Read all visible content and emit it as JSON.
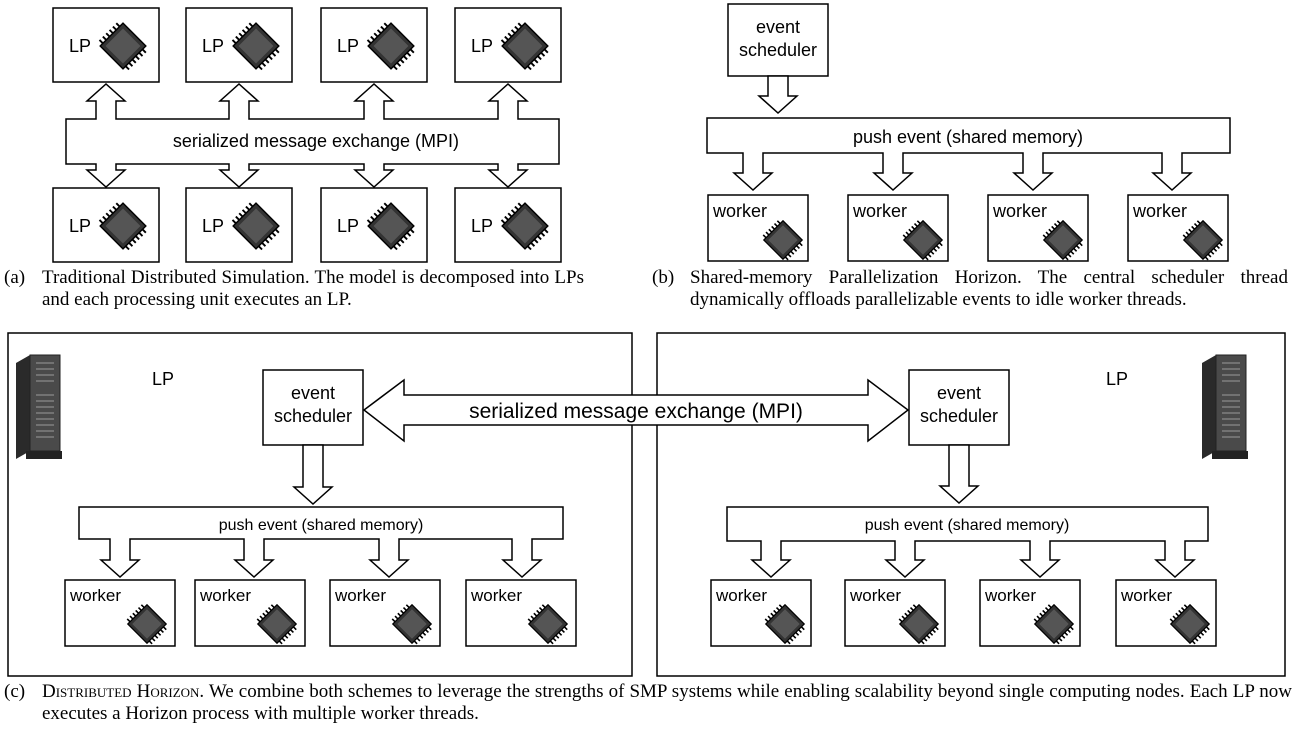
{
  "labels": {
    "lp": "LP",
    "worker": "worker",
    "event_scheduler_line1": "event",
    "event_scheduler_line2": "scheduler",
    "serialized_exchange": "serialized message exchange (MPI)",
    "push_event": "push event (shared memory)"
  },
  "icons": {
    "chip": "cpu-chip-icon",
    "server": "server-tower-icon"
  },
  "colors": {
    "stroke": "#000000",
    "chip_body": "#3a3a3a",
    "server_body": "#4a4a4a"
  },
  "captions": {
    "a": {
      "label": "(a)",
      "text": "Traditional Distributed Simulation. The model is decomposed into LPs and each processing unit executes an LP."
    },
    "b": {
      "label": "(b)",
      "text": "Shared-memory Parallelization Horizon. The central scheduler thread dynamically offloads parallelizable events to idle worker threads."
    },
    "c": {
      "label": "(c)",
      "title": "Distributed Horizon.",
      "text": "We combine both schemes to leverage the strengths of SMP systems while enabling scalability beyond single computing nodes. Each LP now executes a Horizon process with multiple worker threads."
    }
  }
}
